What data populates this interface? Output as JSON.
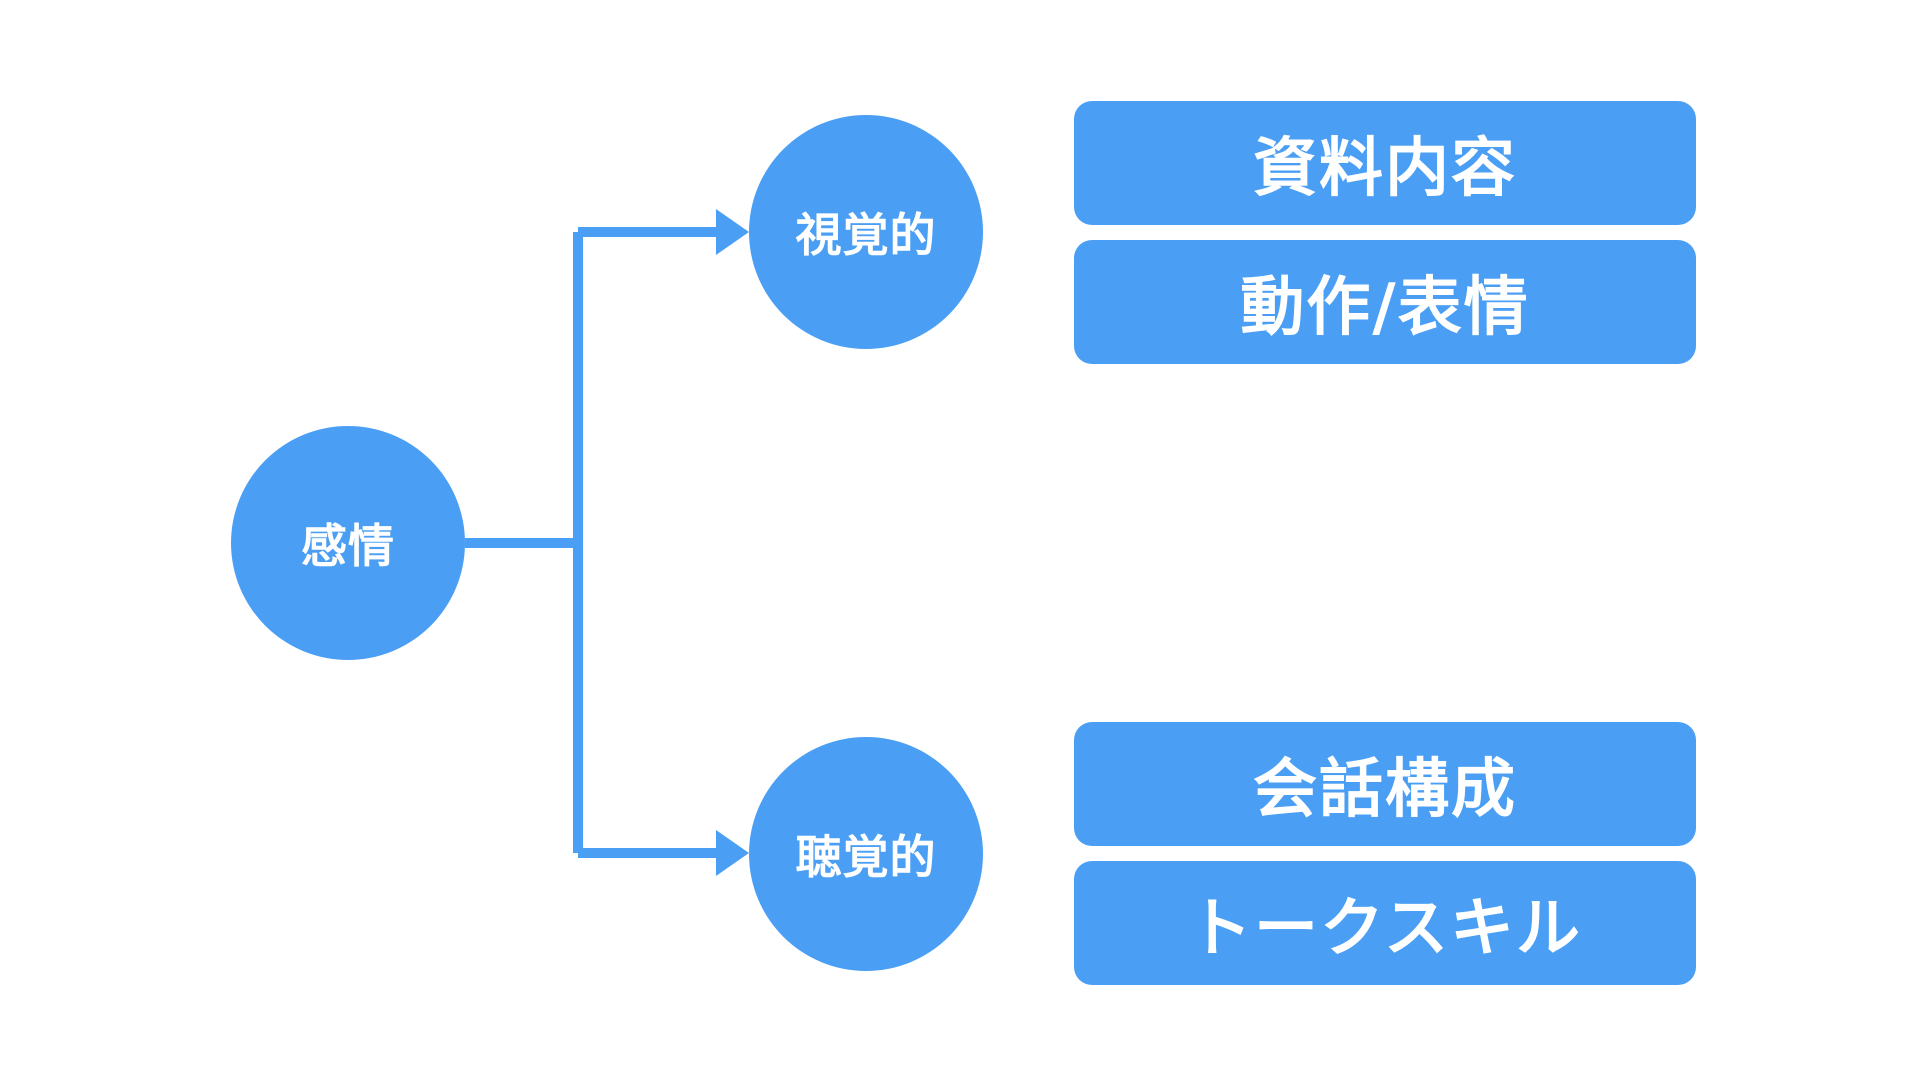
{
  "accent_color": "#4a9ff5",
  "root": {
    "label": "感情"
  },
  "branches": [
    {
      "label": "視覚的",
      "items": [
        "資料内容",
        "動作/表情"
      ]
    },
    {
      "label": "聴覚的",
      "items": [
        "会話構成",
        "トークスキル"
      ]
    }
  ]
}
